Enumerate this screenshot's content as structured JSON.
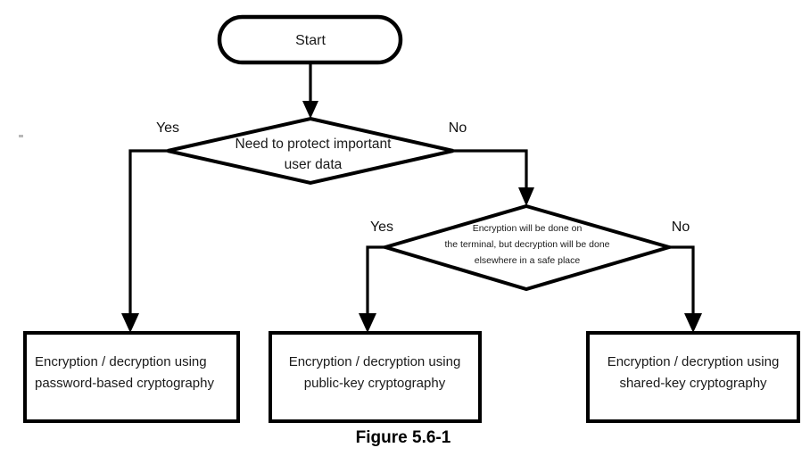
{
  "figure": {
    "caption": "Figure 5.6-1",
    "background_color": "#ffffff",
    "line_color": "#000000",
    "text_color": "#1a1a1a"
  },
  "nodes": {
    "start": {
      "type": "terminator",
      "label": "Start"
    },
    "decision_1": {
      "type": "decision",
      "line1": "Need to protect important",
      "line2": "user data",
      "yes_label": "Yes",
      "no_label": "No"
    },
    "decision_2": {
      "type": "decision",
      "line1": "Encryption will be done on",
      "line2": "the terminal, but decryption will be done",
      "line3": "elsewhere in a safe place",
      "yes_label": "Yes",
      "no_label": "No"
    },
    "process_1": {
      "type": "process",
      "line1": "Encryption / decryption using",
      "line2": "password-based cryptography"
    },
    "process_2": {
      "type": "process",
      "line1": "Encryption / decryption using",
      "line2": "public-key cryptography"
    },
    "process_3": {
      "type": "process",
      "line1": "Encryption / decryption using",
      "line2": "shared-key cryptography"
    }
  }
}
